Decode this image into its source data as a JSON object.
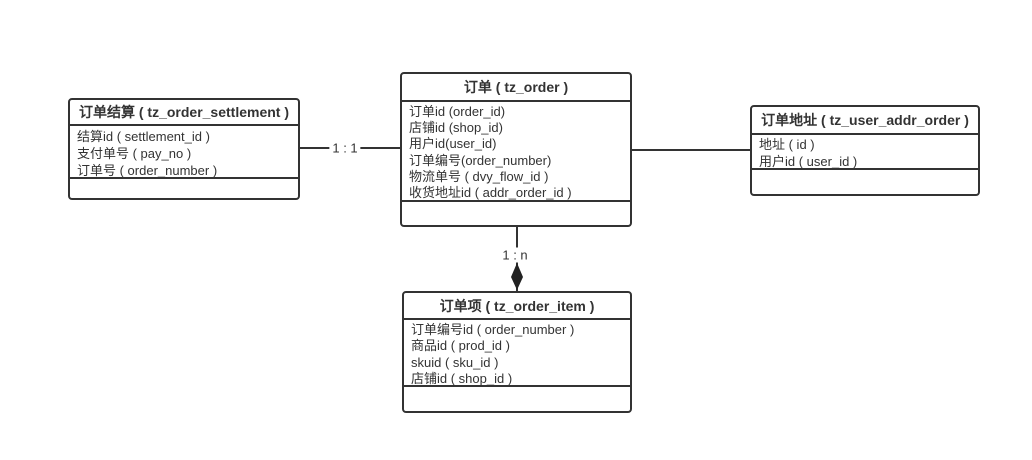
{
  "diagram": {
    "entities": [
      {
        "name": "tz_order_settlement",
        "title": "订单结算 ( tz_order_settlement )",
        "fields": [
          "结算id ( settlement_id )",
          "支付单号 ( pay_no )",
          "订单号 ( order_number )"
        ]
      },
      {
        "name": "tz_order",
        "title": "订单 ( tz_order )",
        "fields": [
          "订单id (order_id)",
          "店铺id (shop_id)",
          "用户id(user_id)",
          "订单编号(order_number)",
          "物流单号 ( dvy_flow_id )",
          "收货地址id ( addr_order_id )"
        ]
      },
      {
        "name": "tz_user_addr_order",
        "title": "订单地址 ( tz_user_addr_order )",
        "fields": [
          "地址 ( id )",
          "用户id ( user_id )"
        ]
      },
      {
        "name": "tz_order_item",
        "title": "订单项 ( tz_order_item )",
        "fields": [
          "订单编号id ( order_number )",
          "商品id ( prod_id )",
          "skuid ( sku_id )",
          "店铺id ( shop_id )"
        ]
      }
    ],
    "connectors": [
      {
        "from": "tz_order_settlement",
        "to": "tz_order",
        "label": "1 : 1",
        "arrow": "none"
      },
      {
        "from": "tz_order",
        "to": "tz_user_addr_order",
        "label": "",
        "arrow": "none"
      },
      {
        "from": "tz_order",
        "to": "tz_order_item",
        "label": "1 : n",
        "arrow": "filled-diamond"
      }
    ],
    "colors": {
      "line": "#333333",
      "text": "#333333",
      "background": "#ffffff"
    }
  }
}
